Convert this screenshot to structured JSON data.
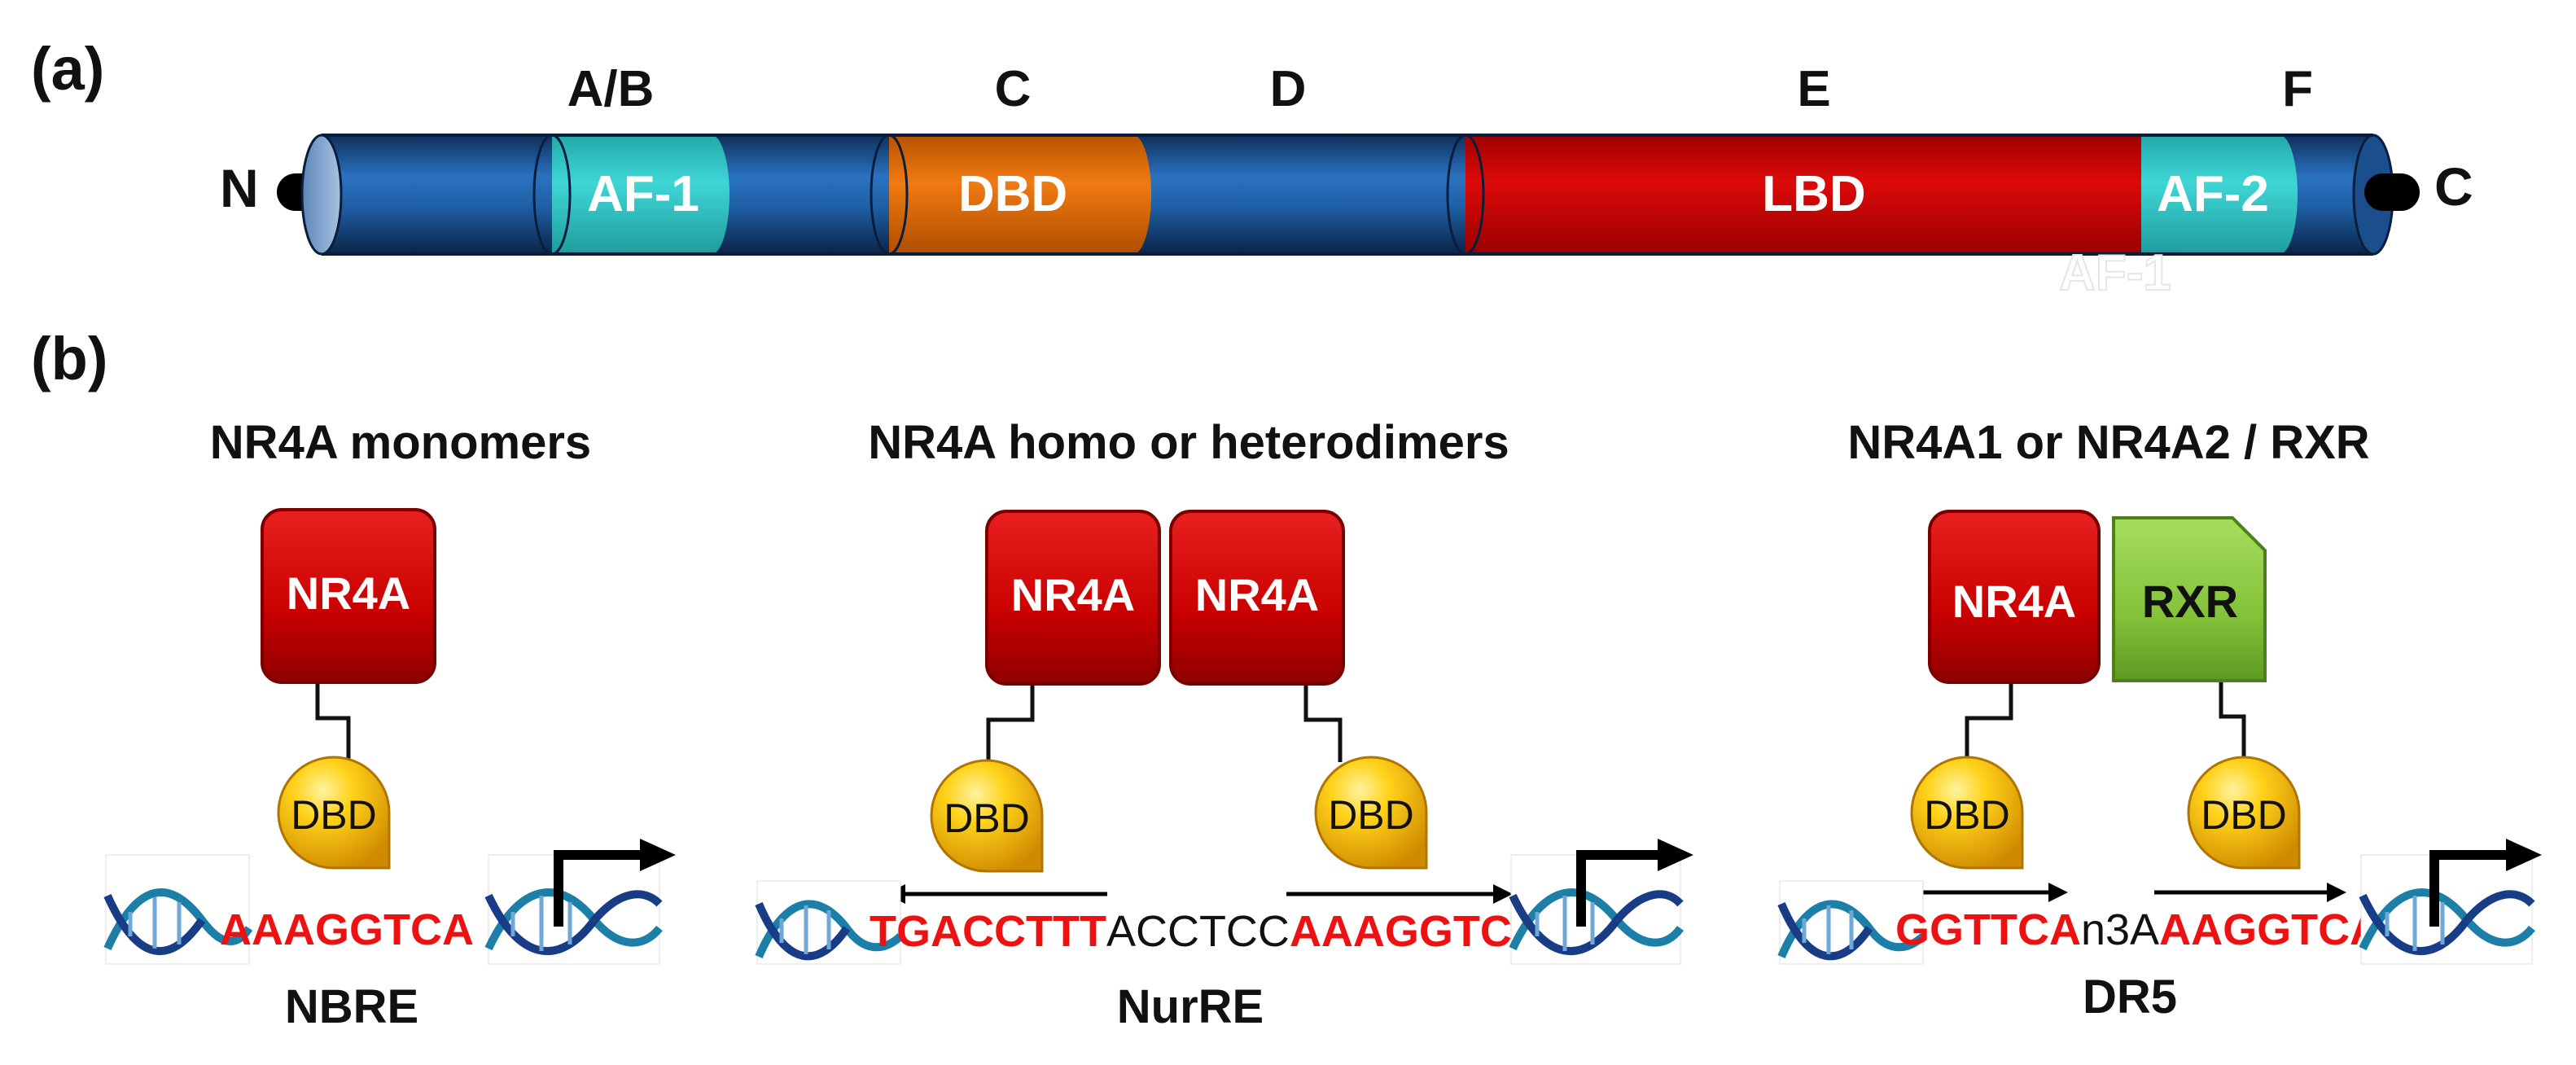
{
  "panel_a": {
    "label": "(a)",
    "n_term": "N",
    "c_term": "C",
    "region_letters": {
      "ab": "A/B",
      "c": "C",
      "d": "D",
      "e": "E",
      "f": "F"
    },
    "domains": {
      "af1": "AF-1",
      "dbd": "DBD",
      "lbd": "LBD",
      "af2": "AF-2"
    },
    "ghost_text": "AF-1",
    "colors": {
      "body": "#1f5fa6",
      "af": "#33cccc",
      "dbd": "#e46c0a",
      "lbd": "#cc0000"
    }
  },
  "panel_b": {
    "label": "(b)",
    "monomer": {
      "title": "NR4A monomers",
      "box": "NR4A",
      "dbd": "DBD",
      "seq": "AAAGGTCA",
      "element": "NBRE",
      "dna_icon": "dna-helix-icon",
      "arrow_icon": "transcription-start-arrow-icon"
    },
    "dimer": {
      "title": "NR4A homo or heterodimers",
      "box_left": "NR4A",
      "box_right": "NR4A",
      "dbd_left": "DBD",
      "dbd_right": "DBD",
      "seq_left": "TGACCTTT",
      "seq_mid": "ACCTCC",
      "seq_right": "AAAGGTCA",
      "element": "NurRE"
    },
    "rxr": {
      "title": "NR4A1  or NR4A2 / RXR",
      "box_left": "NR4A",
      "box_right": "RXR",
      "dbd_left": "DBD",
      "dbd_right": "DBD",
      "seq_left": "GGTTCA",
      "seq_mid": "n3A",
      "seq_right": "AAGGTCA",
      "element": "DR5"
    },
    "colors": {
      "nr4a": "#cc0000",
      "rxr": "#8cc63f",
      "dbd": "#f5b800",
      "seq_red": "#ee1111",
      "dna": "#1c7fa8"
    }
  }
}
